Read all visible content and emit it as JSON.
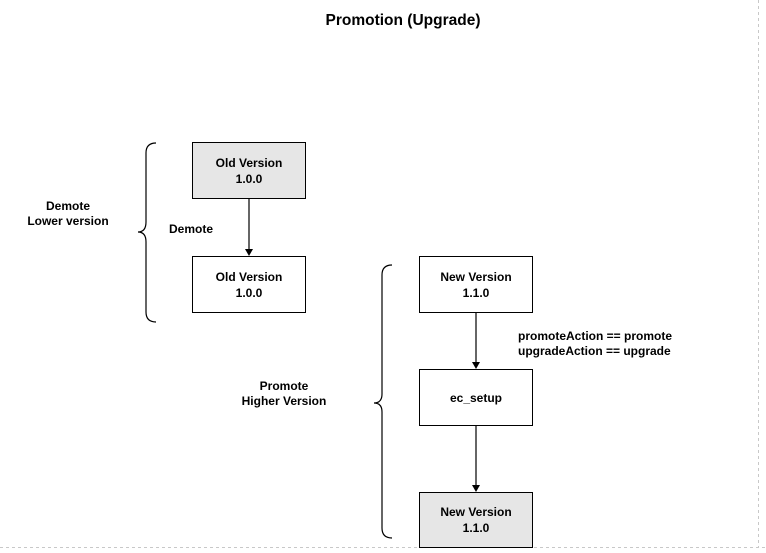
{
  "title": "Promotion (Upgrade)",
  "left": {
    "box_top": {
      "line1": "Old Version",
      "line2": "1.0.0"
    },
    "box_bottom": {
      "line1": "Old Version",
      "line2": "1.0.0"
    },
    "edge_label": "Demote",
    "group_label": {
      "line1": "Demote",
      "line2": "Lower version"
    }
  },
  "right": {
    "box_top": {
      "line1": "New Version",
      "line2": "1.1.0"
    },
    "box_middle": {
      "line1": "ec_setup"
    },
    "box_bottom": {
      "line1": "New Version",
      "line2": "1.1.0"
    },
    "edge_label": {
      "line1": "promoteAction == promote",
      "line2": "upgradeAction == upgrade"
    },
    "group_label": {
      "line1": "Promote",
      "line2": "Higher Version"
    }
  },
  "colors": {
    "gray_fill": "#e6e6e6",
    "border": "#000000",
    "page_border": "#c8c8c8"
  }
}
